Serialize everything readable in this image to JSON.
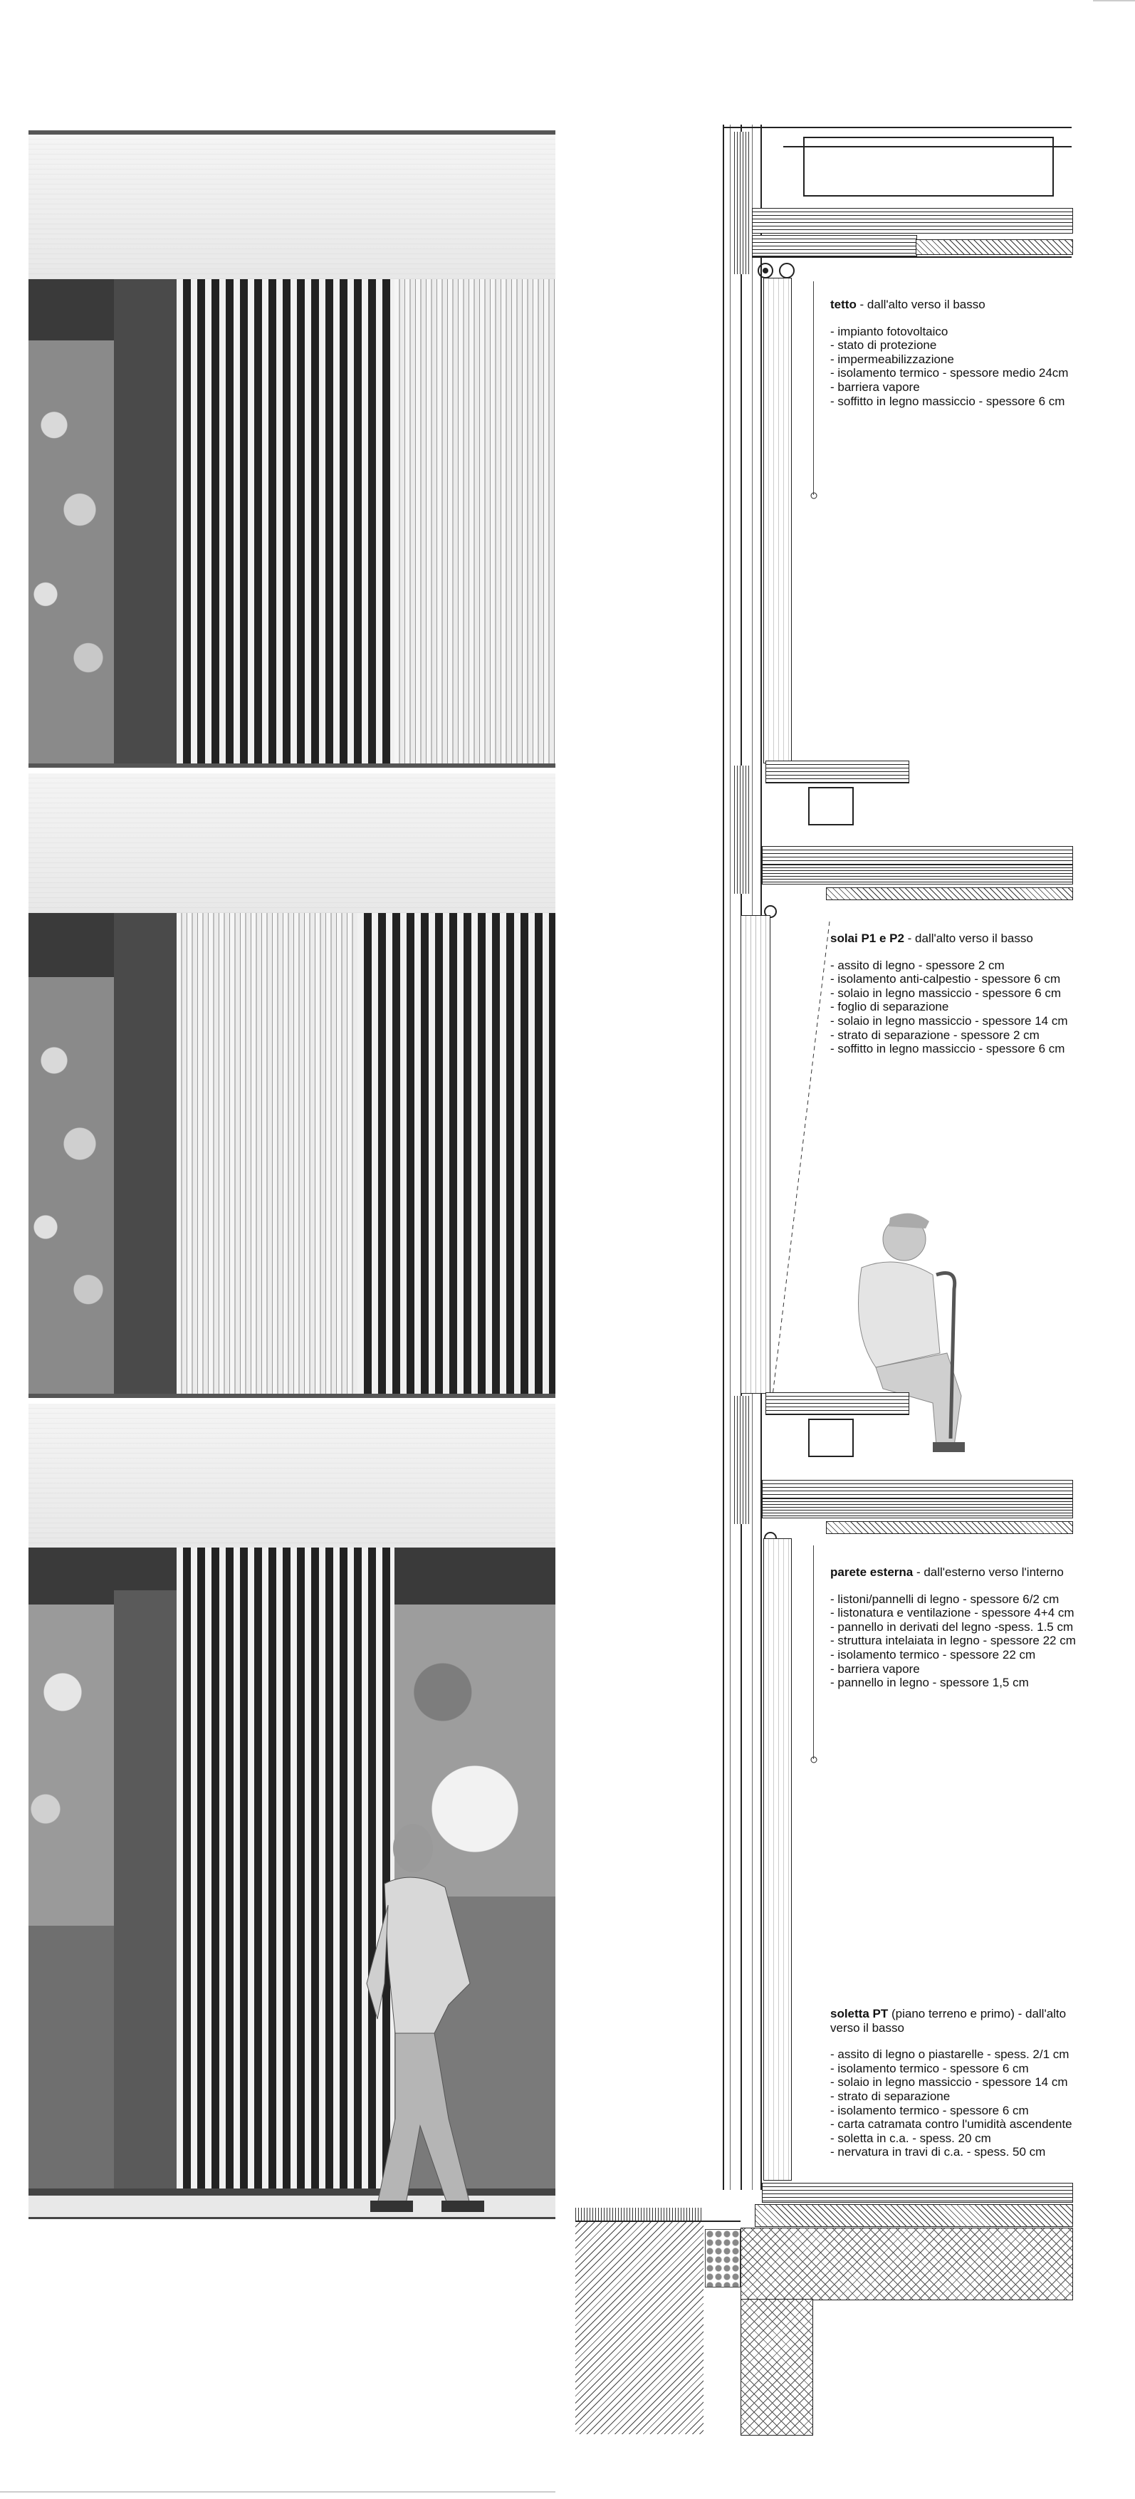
{
  "specs": {
    "tetto": {
      "title": "tetto",
      "subtitle": " - dall'alto verso il basso",
      "items": [
        "- impianto fotovoltaico",
        "- stato di protezione",
        "- impermeabilizzazione",
        "- isolamento termico - spessore medio 24cm",
        "- barriera vapore",
        "- soffitto in legno massiccio - spessore 6 cm"
      ]
    },
    "solai": {
      "title": "solai P1 e P2",
      "subtitle": " - dall'alto verso il basso",
      "items": [
        "- assito di legno - spessore 2 cm",
        "- isolamento anti-calpestio - spessore 6 cm",
        "- solaio in legno massiccio - spessore 6 cm",
        "- foglio di separazione",
        "- solaio in legno massiccio - spessore 14 cm",
        "- strato di separazione - spessore 2 cm",
        "- soffitto in legno massiccio - spessore 6 cm"
      ]
    },
    "parete": {
      "title": "parete esterna",
      "subtitle": " - dall'esterno verso l'interno",
      "items": [
        "- listoni/pannelli di legno - spessore 6/2 cm",
        "- listonatura e ventilazione - spessore 4+4 cm",
        "- pannello in derivati del legno -spess. 1.5 cm",
        "- struttura intelaiata in legno - spessore 22 cm",
        "- isolamento termico - spessore 22 cm",
        "- barriera vapore",
        "- pannello in legno - spessore 1,5 cm"
      ]
    },
    "soletta": {
      "title": "soletta PT",
      "subtitle": " (piano terreno e primo) - dall'alto verso il basso",
      "items": [
        "- assito di legno o piastarelle - spess. 2/1 cm",
        "- isolamento termico - spessore 6 cm",
        "- solaio in legno massiccio - spessore 14 cm",
        "- strato di separazione",
        "- isolamento termico - spessore 6 cm",
        "- carta catramata contro l'umidità ascendente",
        "- soletta in c.a. - spess. 20 cm",
        "- nervatura in travi di c.a. - spess. 50 cm"
      ]
    }
  }
}
